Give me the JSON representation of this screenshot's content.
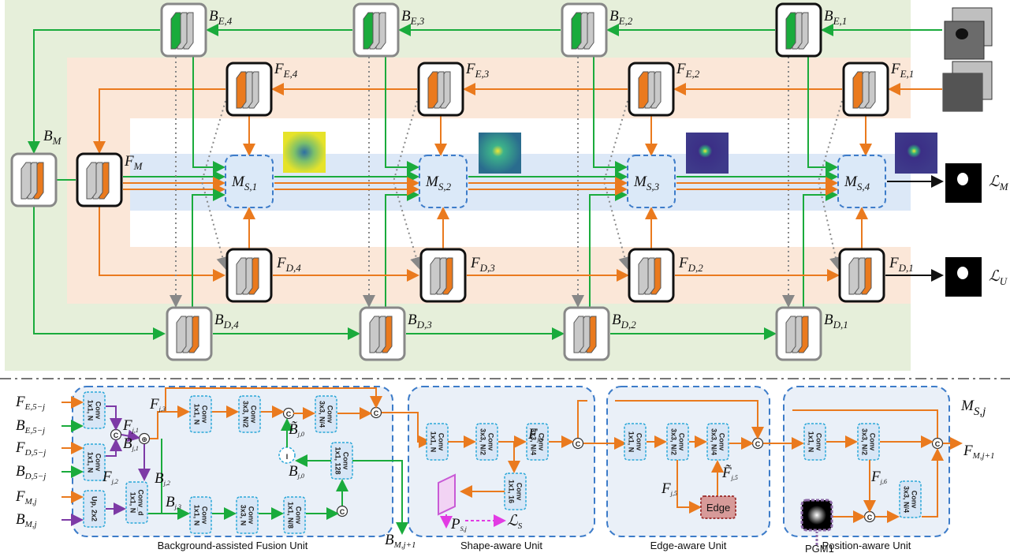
{
  "top": {
    "encoder_bg": [
      "B_E,4",
      "B_E,3",
      "B_E,2",
      "B_E,1"
    ],
    "encoder_fg": [
      "F_E,4",
      "F_E,3",
      "F_E,2",
      "F_E,1"
    ],
    "decoder_fg": [
      "F_D,4",
      "F_D,3",
      "F_D,2",
      "F_D,1"
    ],
    "decoder_bg": [
      "B_D,4",
      "B_D,3",
      "B_D,2",
      "B_D,1"
    ],
    "modules": [
      "M_S,1",
      "M_S,2",
      "M_S,3",
      "M_S,4"
    ],
    "bm": "B_M",
    "fm": "F_M",
    "loss_m": "ℒ_M",
    "loss_u": "ℒ_U"
  },
  "bottom": {
    "inputs": [
      "F_E,5−j",
      "B_E,5−j",
      "F_D,5−j",
      "B_D,5−j",
      "F_M,j",
      "B_M,j"
    ],
    "output_fm": "F_M,j+1",
    "output_bm": "B_M,j+1",
    "module_label": "M_S,j",
    "units": {
      "fusion": "Background-assisted Fusion Unit",
      "shape": "Shape-aware  Unit",
      "edge": "Edge-aware  Unit",
      "position": "Position-aware Unit"
    },
    "fusion_blocks": [
      [
        "Conv",
        "1x1, N"
      ],
      [
        "Conv",
        "1x1, N"
      ],
      [
        "Up, 2x2"
      ],
      [
        "Conv",
        "1x1, N"
      ],
      [
        "Conv",
        "3x3, N/2"
      ],
      [
        "Conv",
        "3x3, N/4"
      ],
      [
        "Conv",
        "1x1, 128"
      ],
      [
        "Conv_d",
        "1x1, N"
      ],
      [
        "Conv",
        "1x1, N"
      ],
      [
        "Conv",
        "3x3, N"
      ],
      [
        "Conv",
        "1x1, N/8"
      ]
    ],
    "fusion_labels": [
      "F_j,1",
      "B_j,1",
      "F_j,2",
      "B_j,2",
      "F_j,3",
      "B_j,3",
      "B̃_j,0",
      "B_j,0"
    ],
    "shape_blocks": [
      [
        "Conv",
        "1x1, N"
      ],
      [
        "Conv",
        "3x3, N/2"
      ],
      [
        "Conv",
        "3x3, N/4"
      ],
      [
        "Conv",
        "1x1, 16"
      ]
    ],
    "shape_labels": [
      "F_j,4",
      "P_S,j",
      "ℒ_S"
    ],
    "edge_blocks": [
      [
        "Conv",
        "1x1, N"
      ],
      [
        "Conv",
        "3x3, N/2"
      ],
      [
        "Conv",
        "3x3, N/4"
      ]
    ],
    "edge_labels": [
      "F_j,5",
      "F̃_j,5"
    ],
    "edge_text": "Edge",
    "position_blocks": [
      [
        "Conv",
        "1x1, N"
      ],
      [
        "Conv",
        "3x3, N/2"
      ],
      [
        "Conv",
        "3x3, N/4"
      ]
    ],
    "position_labels": [
      "F_j,6"
    ],
    "pgm": "PGM1",
    "sum_symbol": "⊕",
    "concat_symbol": "C",
    "inv_symbol": "I"
  },
  "colors": {
    "green": "#1aab3c",
    "orange": "#ea7a1e",
    "blue_dash": "#3d7cc9",
    "purple": "#7d3aa6",
    "magenta": "#e23be3",
    "bg_green": "#e6efda",
    "bg_orange": "#fbe7d8",
    "bg_blue": "#dce8f7"
  }
}
